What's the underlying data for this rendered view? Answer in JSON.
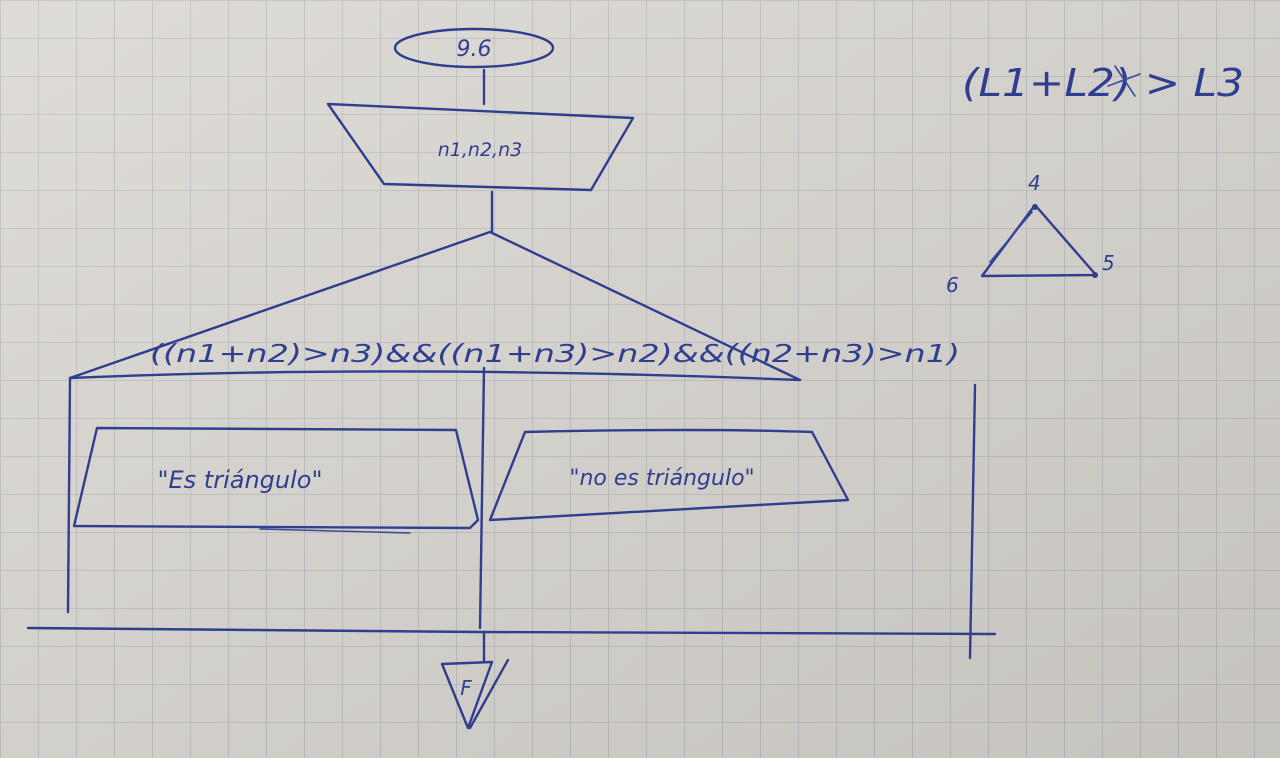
{
  "flowchart": {
    "start_label": "9.6",
    "input_label": "n1,n2,n3",
    "condition": "((n1+n2)>n3)&&((n1+n3)>n2)&&((n2+n3)>n1)",
    "true_output": "\"Es triángulo\"",
    "false_output": "\"no es triángulo\"",
    "end_label": "F"
  },
  "note": {
    "formula": "(L1+L2) > L3",
    "triangle_labels": [
      "4",
      "5",
      "6"
    ]
  },
  "colors": {
    "paper": "#dcd9d3",
    "grid": "#b7b7b9",
    "ink": "#2f3e8f"
  }
}
